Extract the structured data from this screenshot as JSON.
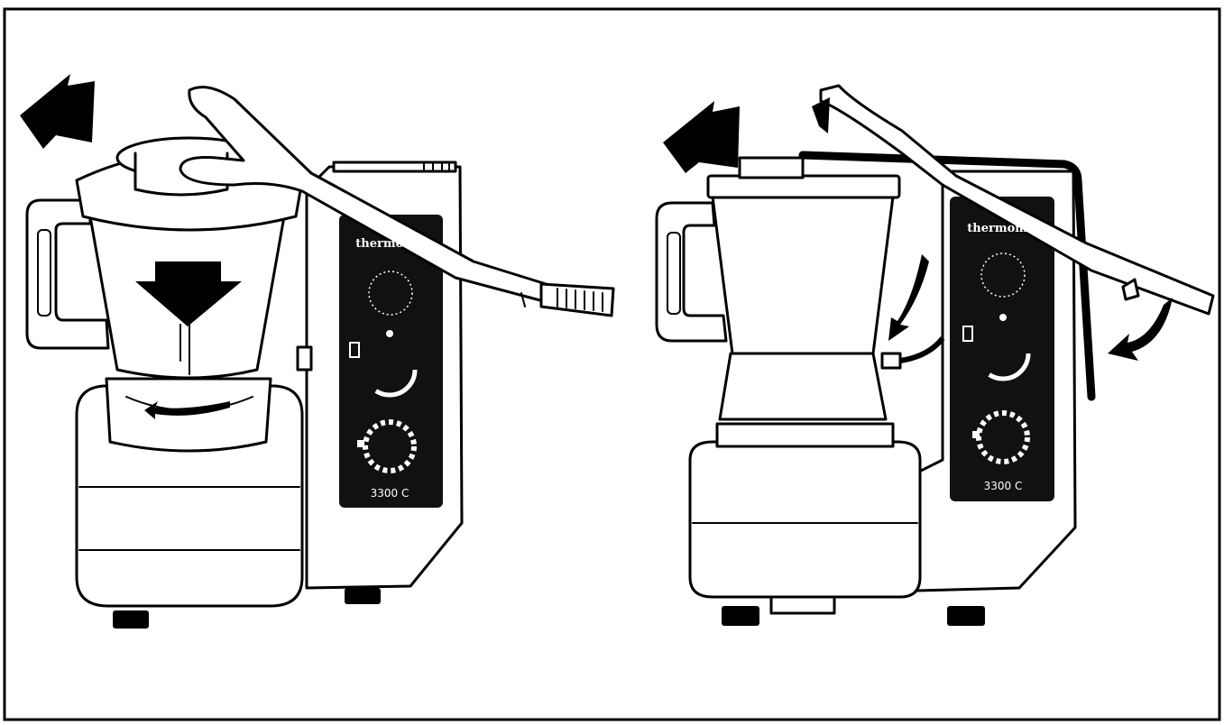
{
  "figure": {
    "left_panel": {
      "brand": "thermomix",
      "model": "3300 C"
    },
    "right_panel": {
      "brand": "thermomix",
      "model": "3300 C"
    }
  },
  "colors": {
    "ink": "#000000",
    "paper": "#ffffff",
    "panel": "#111111"
  }
}
